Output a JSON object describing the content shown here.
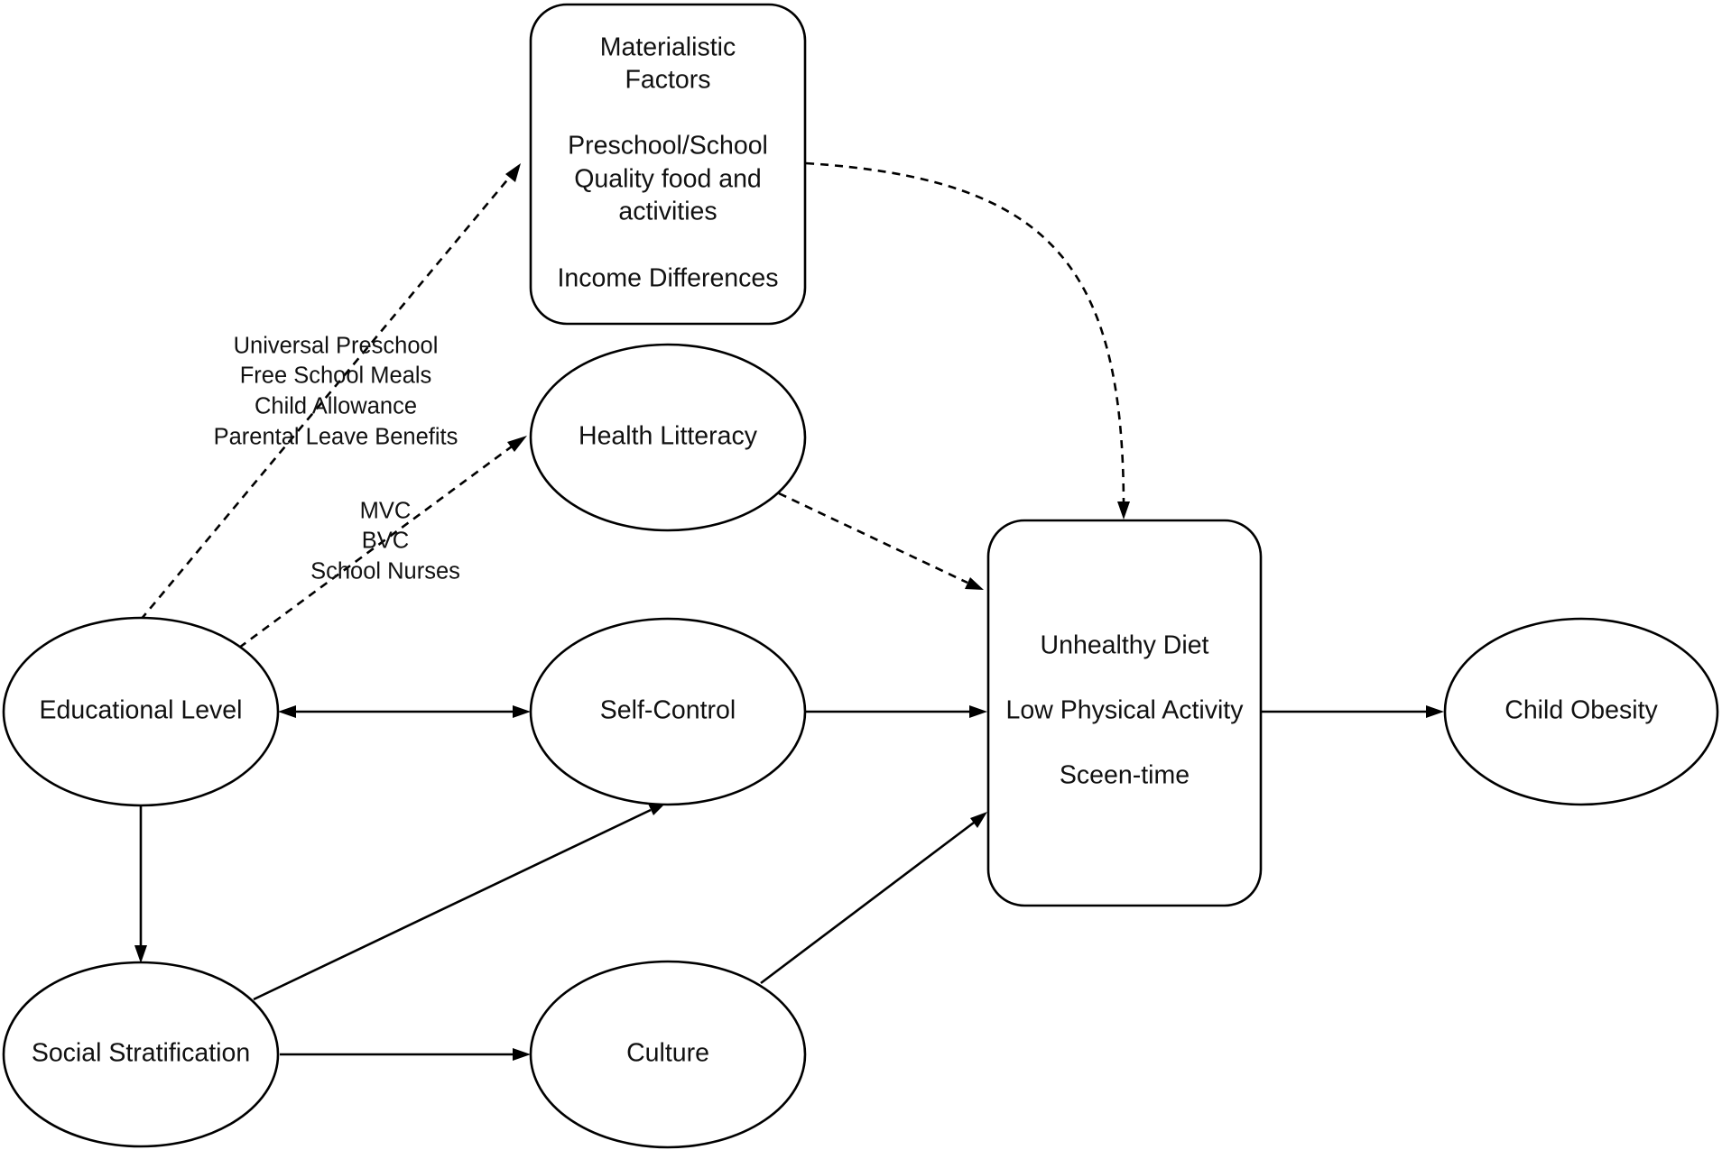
{
  "nodes": {
    "materialistic": {
      "lines": [
        "Materialistic",
        "Factors",
        "",
        "Preschool/School",
        "Quality food and",
        "activities",
        "",
        "Income Differences"
      ]
    },
    "health_litteracy": {
      "lines": [
        "Health Litteracy"
      ]
    },
    "educational_level": {
      "lines": [
        "Educational Level"
      ]
    },
    "self_control": {
      "lines": [
        "Self-Control"
      ]
    },
    "social_stratification": {
      "lines": [
        "Social Stratification"
      ]
    },
    "culture": {
      "lines": [
        "Culture"
      ]
    },
    "behaviours": {
      "lines": [
        "Unhealthy Diet",
        "",
        "Low Physical Activity",
        "",
        "Sceen-time"
      ]
    },
    "child_obesity": {
      "lines": [
        "Child Obesity"
      ]
    }
  },
  "edge_labels": {
    "policies": [
      "Universal Preschool",
      "Free School Meals",
      "Child Allowance",
      "Parental Leave Benefits"
    ],
    "services": [
      "MVC",
      "BVC",
      "School Nurses"
    ]
  },
  "edges": [
    {
      "id": "educational-to-materialistic",
      "from": "educational_level",
      "to": "materialistic",
      "style": "dashed"
    },
    {
      "id": "educational-to-health-litteracy",
      "from": "educational_level",
      "to": "health_litteracy",
      "style": "dashed"
    },
    {
      "id": "materialistic-to-behaviours",
      "from": "materialistic",
      "to": "behaviours",
      "style": "dashed"
    },
    {
      "id": "health-litteracy-to-behaviours",
      "from": "health_litteracy",
      "to": "behaviours",
      "style": "dashed"
    },
    {
      "id": "educational-self-control",
      "from": "educational_level",
      "to": "self_control",
      "style": "solid",
      "bidirectional": true
    },
    {
      "id": "self-control-to-behaviours",
      "from": "self_control",
      "to": "behaviours",
      "style": "solid"
    },
    {
      "id": "behaviours-to-child-obesity",
      "from": "behaviours",
      "to": "child_obesity",
      "style": "solid"
    },
    {
      "id": "educational-to-social-stratification",
      "from": "educational_level",
      "to": "social_stratification",
      "style": "solid"
    },
    {
      "id": "social-stratification-to-self-control",
      "from": "social_stratification",
      "to": "self_control",
      "style": "solid"
    },
    {
      "id": "social-stratification-to-culture",
      "from": "social_stratification",
      "to": "culture",
      "style": "solid"
    },
    {
      "id": "culture-to-behaviours",
      "from": "culture",
      "to": "behaviours",
      "style": "solid"
    }
  ]
}
